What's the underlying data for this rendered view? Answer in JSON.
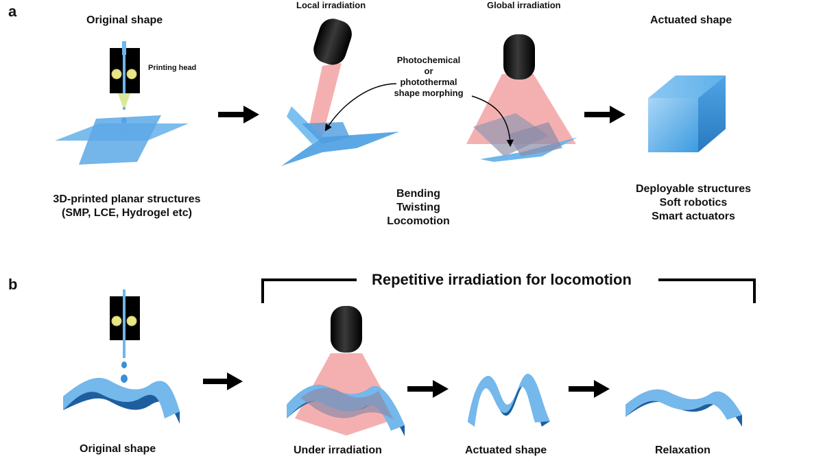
{
  "panel_a": {
    "label": "a",
    "titles": {
      "original_shape": "Original shape",
      "local_irradiation": "Local irradiation",
      "global_irradiation": "Global irradiation",
      "actuated_shape": "Actuated shape"
    },
    "printing_head": "Printing head",
    "morphing_note": [
      "Photochemical",
      "or",
      "photothermal",
      "shape morphing"
    ],
    "printed_structures": [
      "3D-printed planar structures",
      "(SMP, LCE, Hydrogel etc)"
    ],
    "motions": [
      "Bending",
      "Twisting",
      "Locomotion"
    ],
    "applications": [
      "Deployable structures",
      "Soft robotics",
      "Smart actuators"
    ]
  },
  "panel_b": {
    "label": "b",
    "bracket_title": "Repetitive irradiation for locomotion",
    "stages": {
      "original": "Original shape",
      "under_irradiation": "Under irradiation",
      "actuated": "Actuated shape",
      "relaxation": "Relaxation"
    }
  },
  "colors": {
    "blue_light": "#6FB6EC",
    "blue_mid": "#3A8FD6",
    "blue_dark": "#1E5E9E",
    "light_beam": "#F3A7A7",
    "lamp": "#111111",
    "arrow": "#000000"
  }
}
